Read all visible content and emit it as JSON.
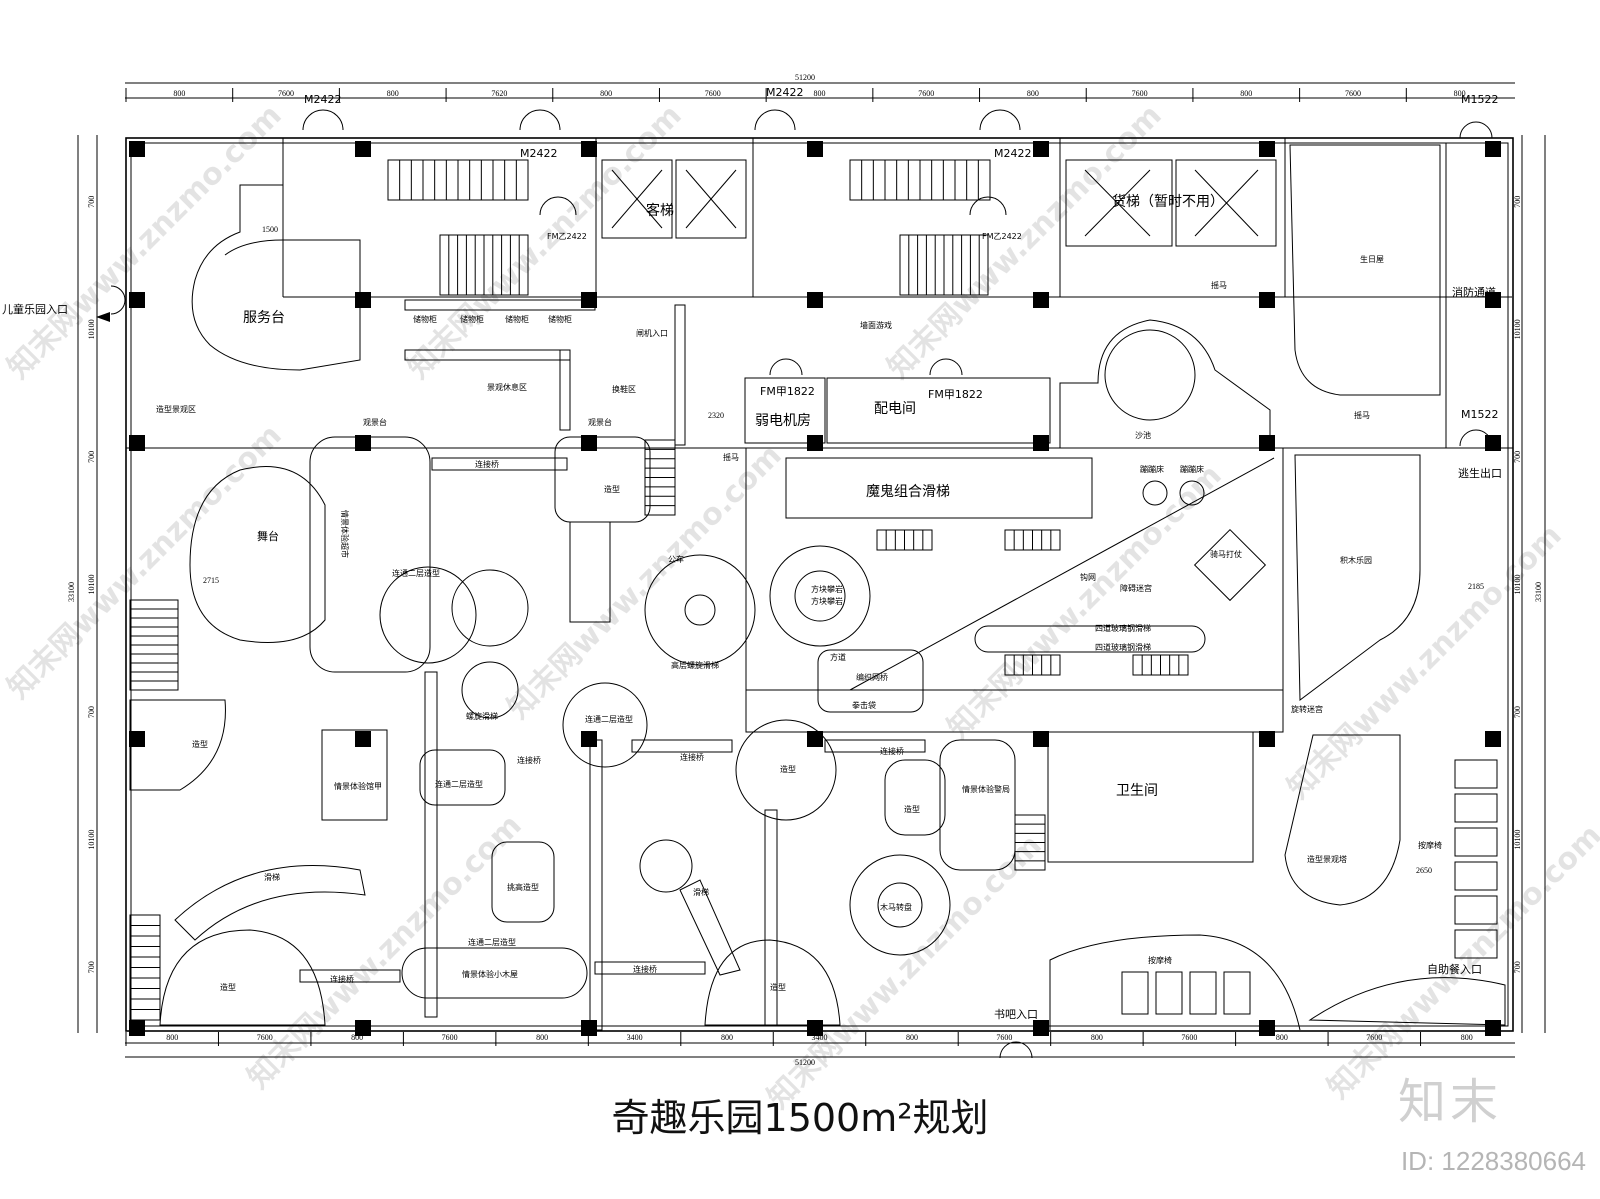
{
  "title": "奇趣乐园1500m²规划",
  "watermark": "知末网www.znzmo.com",
  "brand": "知末",
  "image_id": "ID: 1228380664",
  "dims": {
    "total_top": "51200",
    "total_bottom": "51200",
    "top": [
      "800",
      "7600",
      "800",
      "7620",
      "800",
      "7600",
      "800",
      "7600",
      "800",
      "7600",
      "800",
      "7600",
      "800"
    ],
    "bottom": [
      "800",
      "7600",
      "800",
      "7600",
      "800",
      "3400",
      "800",
      "3400",
      "800",
      "7600",
      "800",
      "7600",
      "800",
      "7600",
      "800"
    ],
    "left_total": "33100",
    "left": [
      "700",
      "10100",
      "700",
      "10100",
      "700",
      "10100",
      "700"
    ],
    "right_total": "33100",
    "right": [
      "700",
      "10100",
      "700",
      "10100",
      "700",
      "10100",
      "700"
    ],
    "inner": [
      "1500",
      "2320",
      "2715",
      "2185",
      "2650"
    ]
  },
  "doors": {
    "m2422": "M2422",
    "m1522": "M1522",
    "fmz2422": "FM乙2422",
    "fmj1822": "FM甲1822"
  },
  "rooms": {
    "kid_entrance": "儿童乐园入口",
    "service_desk": "服务台",
    "landscape_area": "造型景观区",
    "passenger_elevator": "客梯",
    "freight_elevator": "货梯（暂时不用）",
    "lockers": "储物柜",
    "wall_game": "墙面游戏",
    "gate_entry": "闸机入口",
    "shoe_change": "换鞋区",
    "rest_area": "景观休息区",
    "weak_room": "弱电机房",
    "power_room": "配电间",
    "birthday_room": "生日屋",
    "fire_passage": "消防通道",
    "sandpit": "沙池",
    "escape_exit": "逃生出口",
    "devil_slide": "魔鬼组合滑梯",
    "stage": "舞台",
    "viewing_deck": "观景台",
    "connect_bridge": "连接桥",
    "castle": "造型",
    "block_park": "积木乐园",
    "toilet": "卫生间",
    "massage_chair": "按摩椅",
    "landscape_tower": "造型景观塔",
    "buffet_entry": "自助餐入口",
    "book_bar_entry": "书吧入口",
    "trampoline": "蹦蹦床",
    "spiral_slide": "高层螺旋滑梯",
    "spiral_slide2": "螺旋滑梯",
    "rock_climb": "方块攀岩",
    "carousel": "木马转盘",
    "boxing": "拳击袋",
    "glass_slide": "四道玻璃钢滑梯",
    "glass_slide2": "四道玻璃钢滑梯",
    "double_castle": "连通二层造型",
    "scene_a": "情景体验馆甲",
    "scene_b": "情景体验警局",
    "scene_c": "情景体验小木屋",
    "tall_castle": "挑高造型",
    "slide": "滑梯",
    "rocking_horse": "摇马",
    "spin_maze": "旋转迷宫",
    "obstacle": "障碍迷宫",
    "hook_net": "钩网",
    "knight": "骑马打仗",
    "bus": "公车",
    "scene_vert": "情景体验超市",
    "tube": "方道",
    "net_bridge": "编织网桥"
  }
}
